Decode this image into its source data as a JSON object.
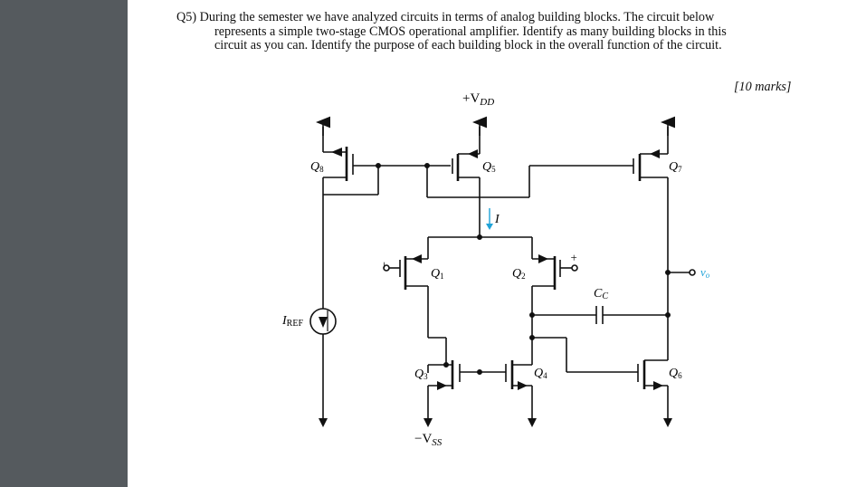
{
  "question": {
    "lines": [
      "Q5) During the semester we have analyzed circuits in terms of analog building blocks. The circuit below",
      "represents a simple two-stage CMOS operational amplifier. Identify as many building blocks in this",
      "circuit as you can. Identify the purpose of each building block in the overall function of the circuit."
    ],
    "marks": "[10 marks]"
  },
  "circuit": {
    "vdd": {
      "main": "+V",
      "sub": "DD"
    },
    "vss": {
      "main": "−V",
      "sub": "SS"
    },
    "iref": {
      "main": "I",
      "sub": "REF"
    },
    "current": "I",
    "cc": {
      "main": "C",
      "sub": "C"
    },
    "vo": {
      "main": "v",
      "sub": "o"
    },
    "q1": {
      "main": "Q",
      "sub": "1"
    },
    "q2": {
      "main": "Q",
      "sub": "2"
    },
    "q3": {
      "main": "Q",
      "sub": "3"
    },
    "q4": {
      "main": "Q",
      "sub": "4"
    },
    "q5": {
      "main": "Q",
      "sub": "5"
    },
    "q6": {
      "main": "Q",
      "sub": "6"
    },
    "q7": {
      "main": "Q",
      "sub": "7"
    },
    "q8": {
      "main": "Q",
      "sub": "8"
    },
    "minus": "−",
    "plus": "+"
  }
}
